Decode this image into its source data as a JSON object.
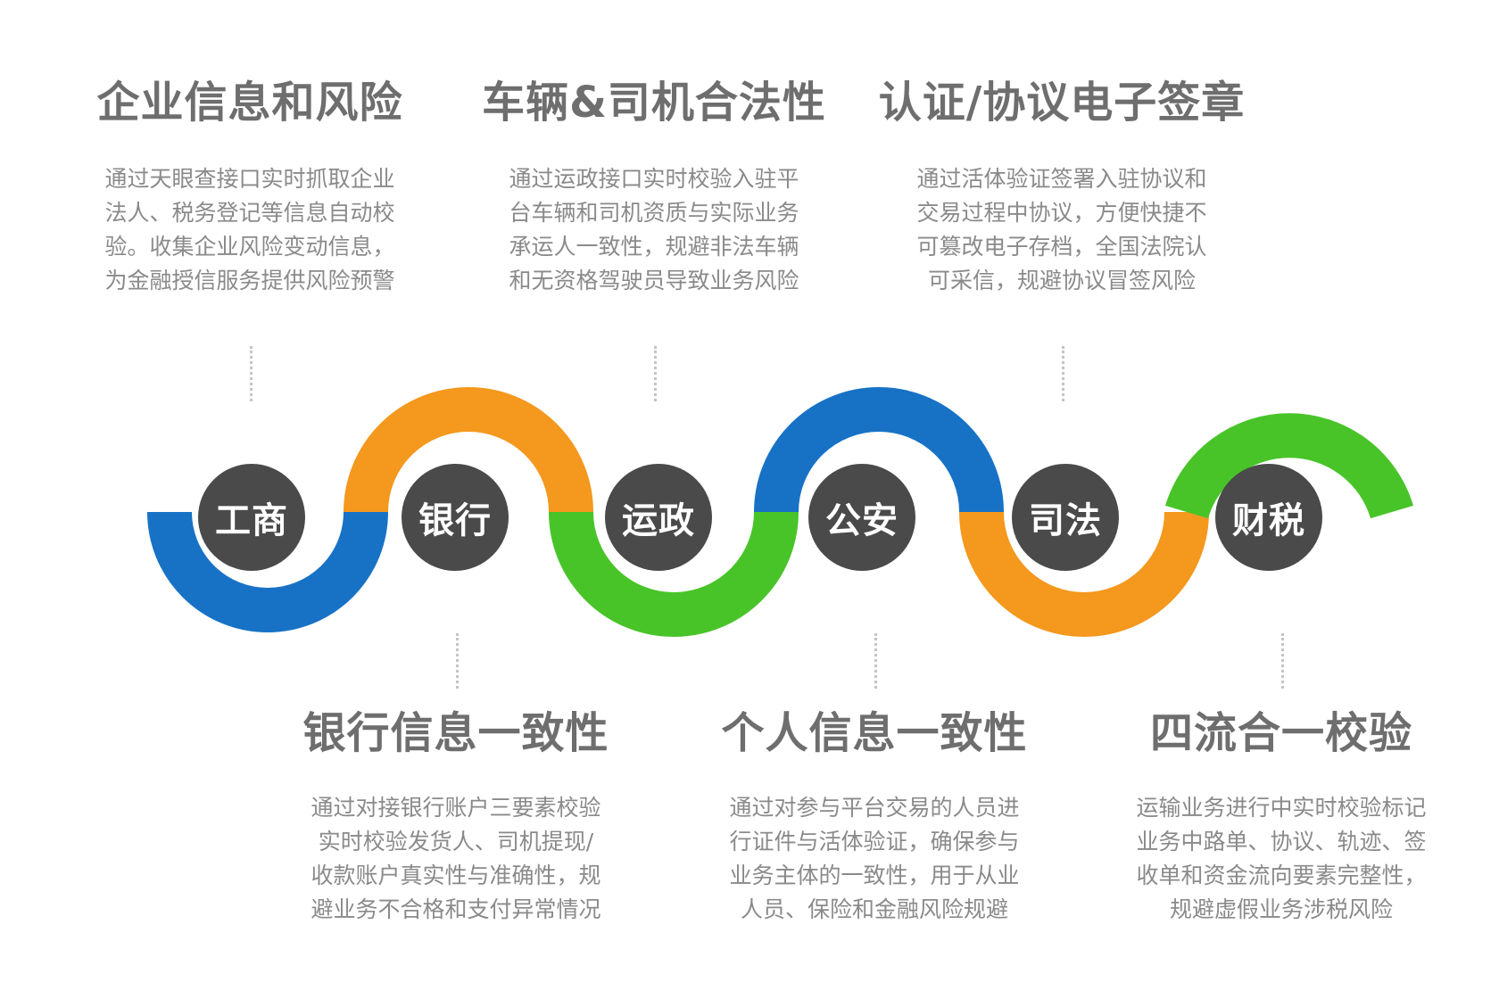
{
  "colors": {
    "blue": "#1772c6",
    "orange": "#f4981e",
    "green": "#48c429",
    "node": "#4a4a4a",
    "text": "#6e6e6e"
  },
  "nodes": [
    "工商",
    "银行",
    "运政",
    "公安",
    "司法",
    "财税"
  ],
  "top_items": [
    {
      "title": "企业信息和风险",
      "desc": "通过天眼查接口实时抓取企业法人、税务登记等信息自动校验。收集企业风险变动信息，为金融授信服务提供风险预警"
    },
    {
      "title": "车辆&司机合法性",
      "desc": "通过运政接口实时校验入驻平台车辆和司机资质与实际业务承运人一致性，规避非法车辆和无资格驾驶员导致业务风险"
    },
    {
      "title": "认证/协议电子签章",
      "desc": "通过活体验证签署入驻协议和交易过程中协议，方便快捷不可篡改电子存档，全国法院认可采信，规避协议冒签风险"
    }
  ],
  "bottom_items": [
    {
      "title": "银行信息一致性",
      "desc": "通过对接银行账户三要素校验实时校验发货人、司机提现/收款账户真实性与准确性，规避业务不合格和支付异常情况"
    },
    {
      "title": "个人信息一致性",
      "desc": "通过对参与平台交易的人员进行证件与活体验证，确保参与业务主体的一致性，用于从业人员、保险和金融风险规避"
    },
    {
      "title": "四流合一校验",
      "desc": "运输业务进行中实时校验标记业务中路单、协议、轨迹、签收单和资金流向要素完整性，规避虚假业务涉税风险"
    }
  ]
}
